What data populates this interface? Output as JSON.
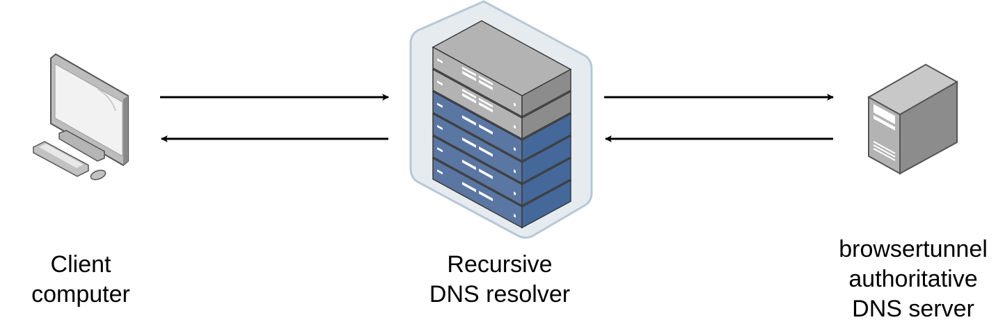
{
  "nodes": {
    "client": {
      "icon": "desktop-computer-icon",
      "label_lines": [
        "Client",
        "computer"
      ]
    },
    "resolver": {
      "icon": "server-rack-stack-icon",
      "label_lines": [
        "Recursive",
        "DNS resolver"
      ]
    },
    "authoritative": {
      "icon": "tower-server-icon",
      "label_lines": [
        "browsertunnel",
        "authoritative",
        "DNS server"
      ]
    }
  },
  "edges": [
    {
      "from": "client",
      "to": "resolver",
      "direction": "right"
    },
    {
      "from": "resolver",
      "to": "client",
      "direction": "left"
    },
    {
      "from": "resolver",
      "to": "authoritative",
      "direction": "right"
    },
    {
      "from": "authoritative",
      "to": "resolver",
      "direction": "left"
    }
  ],
  "colors": {
    "arrow": "#000000",
    "device_gray": "#b3b3b3",
    "device_gray_dark": "#8c8c8c",
    "rack_blue": "#5a76a3",
    "rack_blue_dark": "#44689a",
    "hex_fill": "#e6ebf0",
    "hex_stroke": "#b7c7d6"
  }
}
